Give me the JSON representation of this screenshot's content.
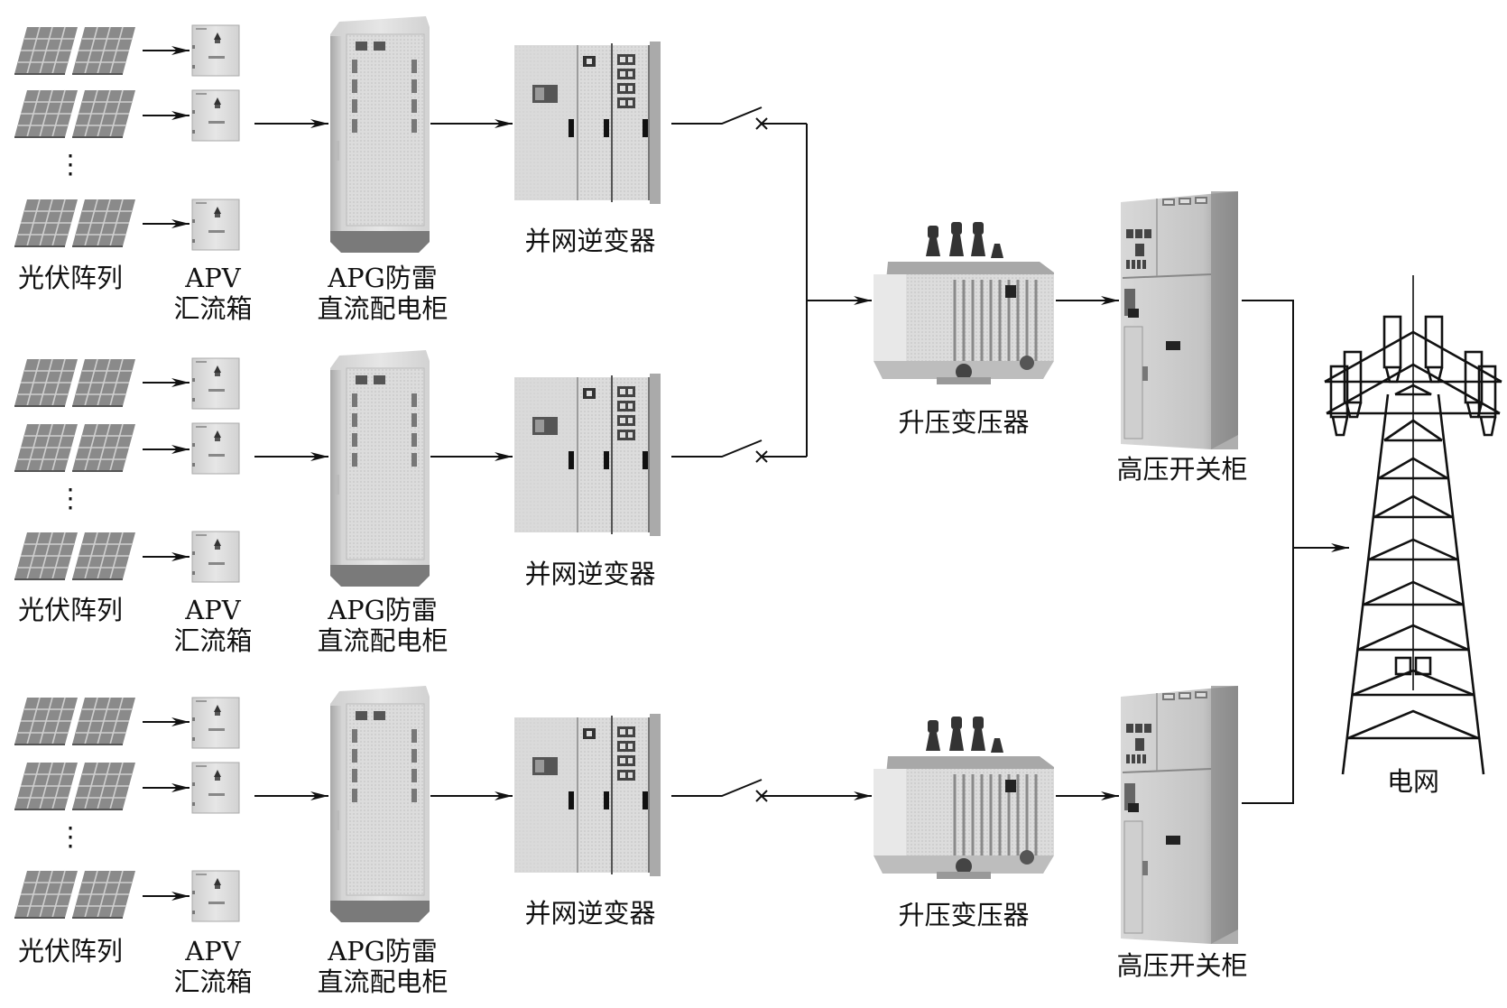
{
  "diagram": {
    "title": "",
    "branches": [
      {
        "pv_array_label": "光伏阵列",
        "combiner_label_line1": "APV",
        "combiner_label_line2": "汇流箱",
        "dc_cabinet_label_line1": "APG防雷",
        "dc_cabinet_label_line2": "直流配电柜",
        "inverter_label": "并网逆变器"
      },
      {
        "pv_array_label": "光伏阵列",
        "combiner_label_line1": "APV",
        "combiner_label_line2": "汇流箱",
        "dc_cabinet_label_line1": "APG防雷",
        "dc_cabinet_label_line2": "直流配电柜",
        "inverter_label": "并网逆变器"
      },
      {
        "pv_array_label": "光伏阵列",
        "combiner_label_line1": "APV",
        "combiner_label_line2": "汇流箱",
        "dc_cabinet_label_line1": "APG防雷",
        "dc_cabinet_label_line2": "直流配电柜",
        "inverter_label": "并网逆变器"
      }
    ],
    "transformers": [
      {
        "label": "升压变压器"
      },
      {
        "label": "升压变压器"
      }
    ],
    "switchgears": [
      {
        "label": "高压开关柜"
      },
      {
        "label": "高压开关柜"
      }
    ],
    "grid": {
      "label": "电网"
    },
    "ellipsis": "⋮",
    "colors": {
      "line": "#111111",
      "equipment_light": "#e2e2e2",
      "equipment_mid": "#b5b5b5",
      "equipment_dark": "#6e6e6e",
      "panel_cell": "#7d7d7d"
    }
  }
}
